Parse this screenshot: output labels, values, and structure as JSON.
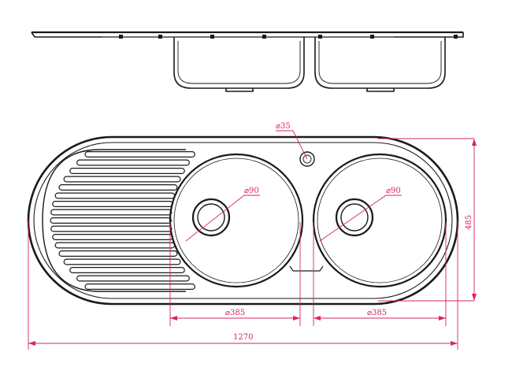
{
  "dimensions": {
    "overall_width": "1270",
    "overall_height": "485",
    "left_bowl_diameter": "⌀385",
    "right_bowl_diameter": "⌀385",
    "left_drain_diameter": "⌀90",
    "right_drain_diameter": "⌀90",
    "tap_hole_diameter": "⌀35"
  },
  "colors": {
    "outline": "#1a1a1a",
    "dimension": "#d6275a"
  }
}
